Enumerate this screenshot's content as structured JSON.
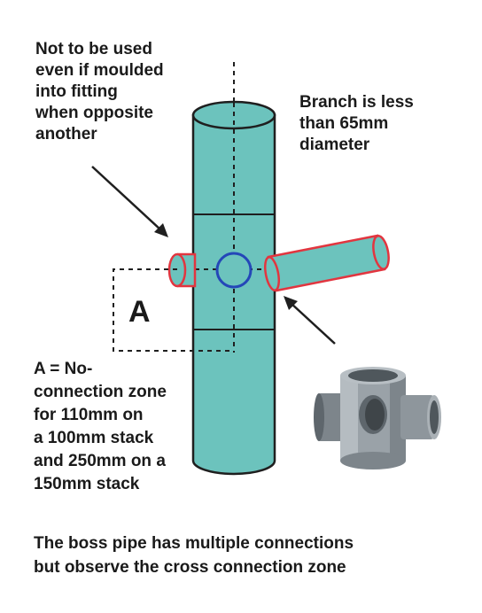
{
  "annotations": {
    "top_note": [
      "Not to be used",
      "even if moulded",
      "into fitting",
      "when opposite",
      "another"
    ],
    "branch_note": [
      "Branch is less",
      "than 65mm",
      "diameter"
    ],
    "zone_letter": "A",
    "zone_note": [
      "A =  No-",
      "connection zone",
      "for 110mm on",
      "a 100mm stack",
      "and 250mm on a",
      "150mm stack"
    ]
  },
  "caption": [
    "The boss pipe has multiple connections",
    "but observe the cross connection zone"
  ],
  "colors": {
    "pipe_fill": "#6cc3bd",
    "pipe_stroke": "#1f1f1f",
    "branch_outline": "#e2353f",
    "boss_circle": "#2447b8",
    "fitting_grey": "#8e969c"
  }
}
